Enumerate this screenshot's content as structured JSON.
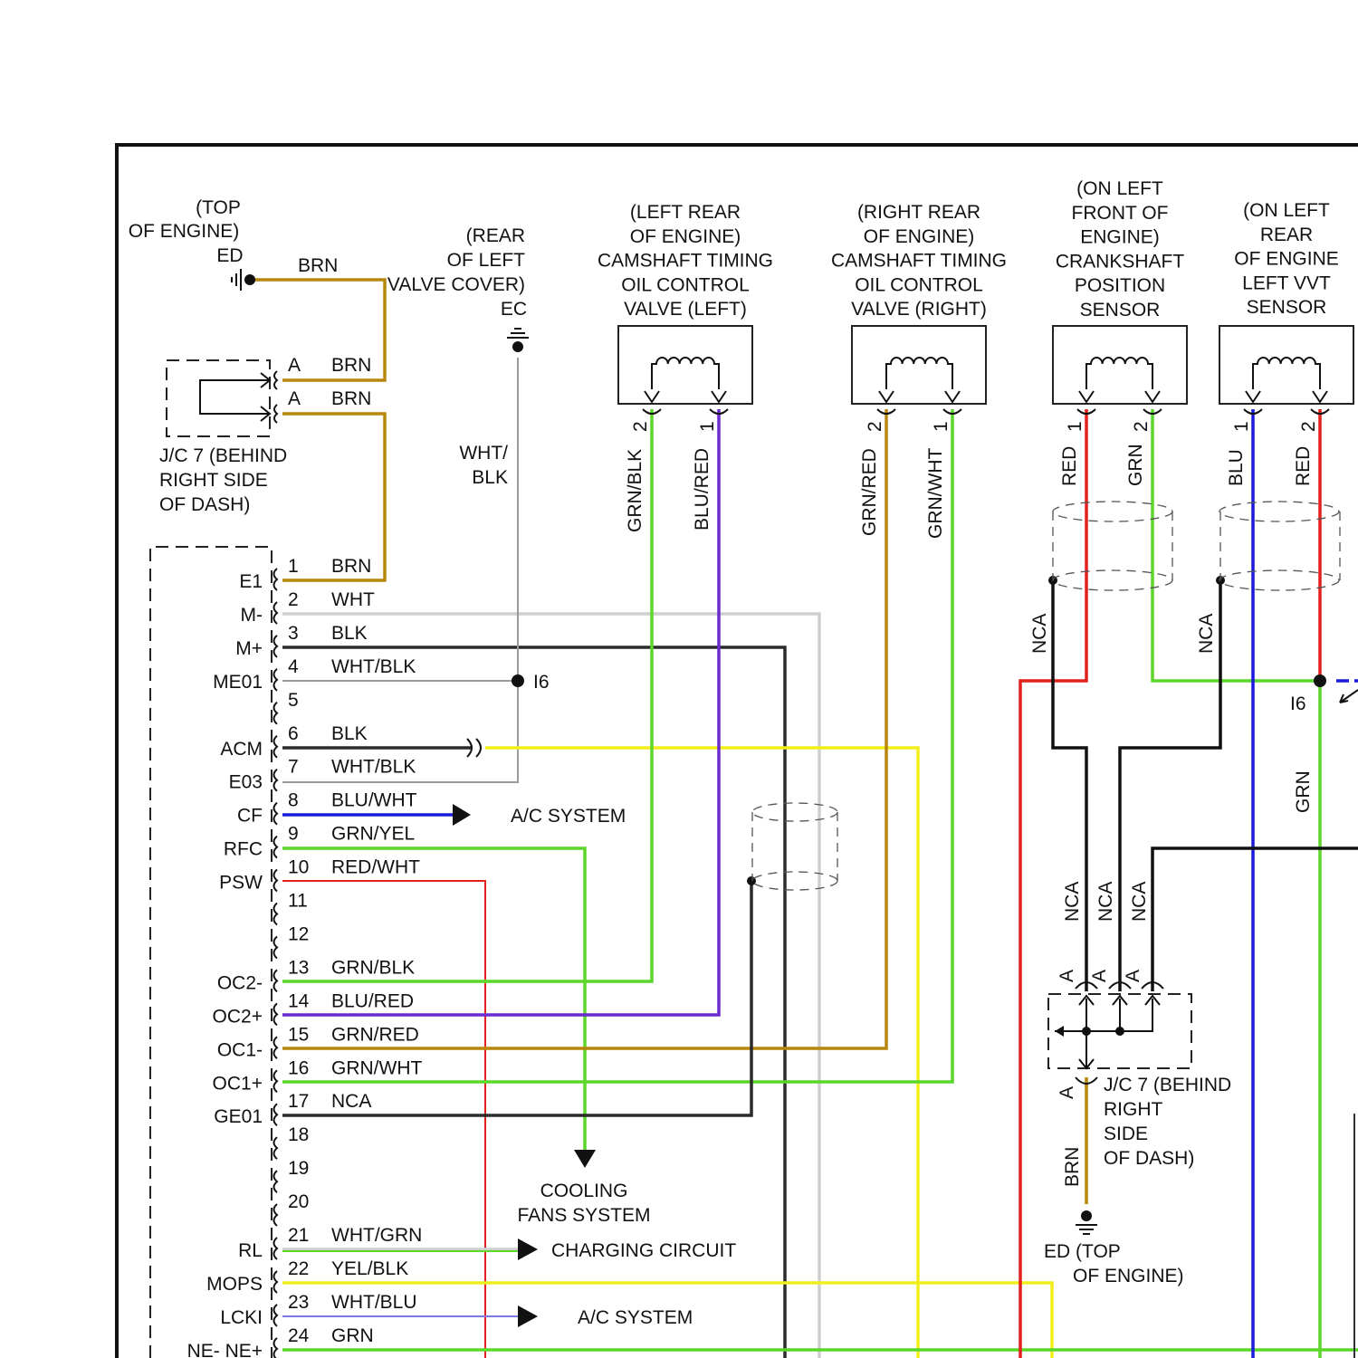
{
  "colors": {
    "BRN": "#b8860b",
    "WHT": "#cfcfcf",
    "BLK": "#2b2b2b",
    "BLU": "#1a1adb",
    "GRN": "#5bd62a",
    "YEL": "#f2ee1c",
    "RED": "#e2201c",
    "PUR": "#6b2bd0",
    "GRY": "#9a9a9a"
  },
  "ground_ed": {
    "loc": [
      "(TOP",
      "OF ENGINE)"
    ],
    "id": "ED",
    "wire": "BRN"
  },
  "ground_ec": {
    "loc": [
      "(REAR",
      "OF LEFT",
      "VALVE COVER)"
    ],
    "id": "EC",
    "wire": [
      "WHT/",
      "BLK"
    ]
  },
  "jc7_left": {
    "pin_a1": "A",
    "wire_a1": "BRN",
    "pin_a2": "A",
    "wire_a2": "BRN",
    "label": [
      "J/C 7 (BEHIND",
      "RIGHT SIDE",
      "OF DASH)"
    ]
  },
  "splice_i6_left": "I6",
  "components": {
    "ocv_left": {
      "label": [
        "(LEFT REAR",
        "OF ENGINE)",
        "CAMSHAFT TIMING",
        "OIL CONTROL",
        "VALVE (LEFT)"
      ],
      "pin1": "2",
      "pin2": "1",
      "wire1": "GRN/BLK",
      "wire2": "BLU/RED"
    },
    "ocv_right": {
      "label": [
        "(RIGHT REAR",
        "OF ENGINE)",
        "CAMSHAFT TIMING",
        "OIL CONTROL",
        "VALVE (RIGHT)"
      ],
      "pin1": "2",
      "pin2": "1",
      "wire1": "GRN/RED",
      "wire2": "GRN/WHT"
    },
    "ckp": {
      "label": [
        "(ON LEFT",
        "FRONT OF",
        "ENGINE)",
        "CRANKSHAFT",
        "POSITION",
        "SENSOR"
      ],
      "pin1": "1",
      "pin2": "2",
      "wire1": "RED",
      "wire2": "GRN"
    },
    "vvt": {
      "label": [
        "(ON LEFT",
        "REAR",
        "OF ENGINE",
        "LEFT VVT",
        "SENSOR"
      ],
      "pin1": "1",
      "pin2": "2",
      "wire1": "BLU",
      "wire2": "RED"
    }
  },
  "ecm_pins": [
    {
      "num": "1",
      "name": "E1",
      "wire": "BRN"
    },
    {
      "num": "2",
      "name": "M-",
      "wire": "WHT"
    },
    {
      "num": "3",
      "name": "M+",
      "wire": "BLK"
    },
    {
      "num": "4",
      "name": "ME01",
      "wire": "WHT/BLK"
    },
    {
      "num": "5",
      "name": "",
      "wire": ""
    },
    {
      "num": "6",
      "name": "ACM",
      "wire": "BLK"
    },
    {
      "num": "7",
      "name": "E03",
      "wire": "WHT/BLK"
    },
    {
      "num": "8",
      "name": "CF",
      "wire": "BLU/WHT"
    },
    {
      "num": "9",
      "name": "RFC",
      "wire": "GRN/YEL"
    },
    {
      "num": "10",
      "name": "PSW",
      "wire": "RED/WHT"
    },
    {
      "num": "11",
      "name": "",
      "wire": ""
    },
    {
      "num": "12",
      "name": "",
      "wire": ""
    },
    {
      "num": "13",
      "name": "OC2-",
      "wire": "GRN/BLK"
    },
    {
      "num": "14",
      "name": "OC2+",
      "wire": "BLU/RED"
    },
    {
      "num": "15",
      "name": "OC1-",
      "wire": "GRN/RED"
    },
    {
      "num": "16",
      "name": "OC1+",
      "wire": "GRN/WHT"
    },
    {
      "num": "17",
      "name": "GE01",
      "wire": "NCA"
    },
    {
      "num": "18",
      "name": "",
      "wire": ""
    },
    {
      "num": "19",
      "name": "",
      "wire": ""
    },
    {
      "num": "20",
      "name": "",
      "wire": ""
    },
    {
      "num": "21",
      "name": "RL",
      "wire": "WHT/GRN"
    },
    {
      "num": "22",
      "name": "MOPS",
      "wire": "YEL/BLK"
    },
    {
      "num": "23",
      "name": "LCKI",
      "wire": "WHT/BLU"
    },
    {
      "num": "24",
      "name": "NE- NE+",
      "wire": "GRN"
    }
  ],
  "destinations": {
    "ac_system_1": "A/C SYSTEM",
    "cooling_fans": [
      "COOLING",
      "FANS SYSTEM"
    ],
    "charging": "CHARGING CIRCUIT",
    "ac_system_2": "A/C SYSTEM"
  },
  "right_side": {
    "nca_1": "NCA",
    "nca_2": "NCA",
    "nca_3": "NCA",
    "nca_4": "NCA",
    "nca_5": "NCA",
    "splice_i6": "I6",
    "grn": "GRN",
    "jc_pins": [
      "A",
      "A",
      "A",
      "A"
    ],
    "jc_bottom_pin": "A",
    "jc_label": [
      "J/C 7 (BEHIND",
      "RIGHT",
      "SIDE",
      "OF DASH)"
    ],
    "brn": "BRN",
    "ground": [
      "ED (TOP",
      "OF ENGINE)"
    ]
  }
}
